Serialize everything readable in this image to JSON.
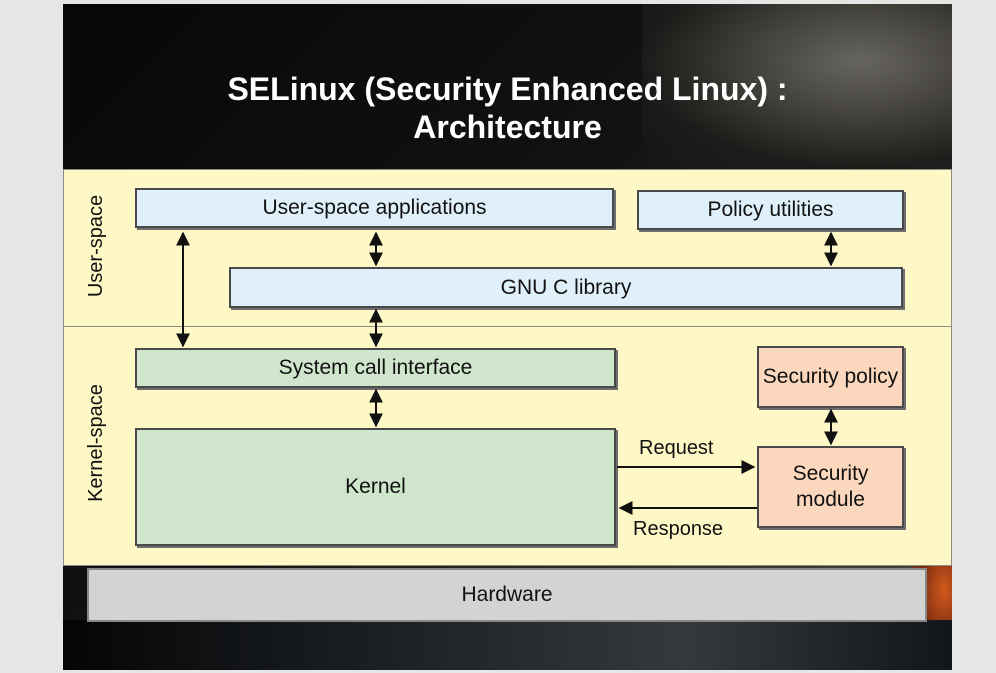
{
  "title": {
    "line1": "SELinux (Security Enhanced Linux) :",
    "line2": "Architecture"
  },
  "layers": {
    "user_space": "User-space",
    "kernel_space": "Kernel-space"
  },
  "nodes": {
    "user_apps": "User-space applications",
    "policy_utils": "Policy utilities",
    "glibc": "GNU C library",
    "syscall": "System call interface",
    "kernel": "Kernel",
    "sec_policy": "Security policy",
    "sec_module": "Security module",
    "hardware": "Hardware"
  },
  "edges": {
    "request": "Request",
    "response": "Response"
  },
  "colors": {
    "panel": "#fdf8c6",
    "user_box": "#dff0fb",
    "kernel_box": "#cfe6cc",
    "security_box": "#fbd7bd",
    "hardware_box": "#d3d3d3"
  }
}
